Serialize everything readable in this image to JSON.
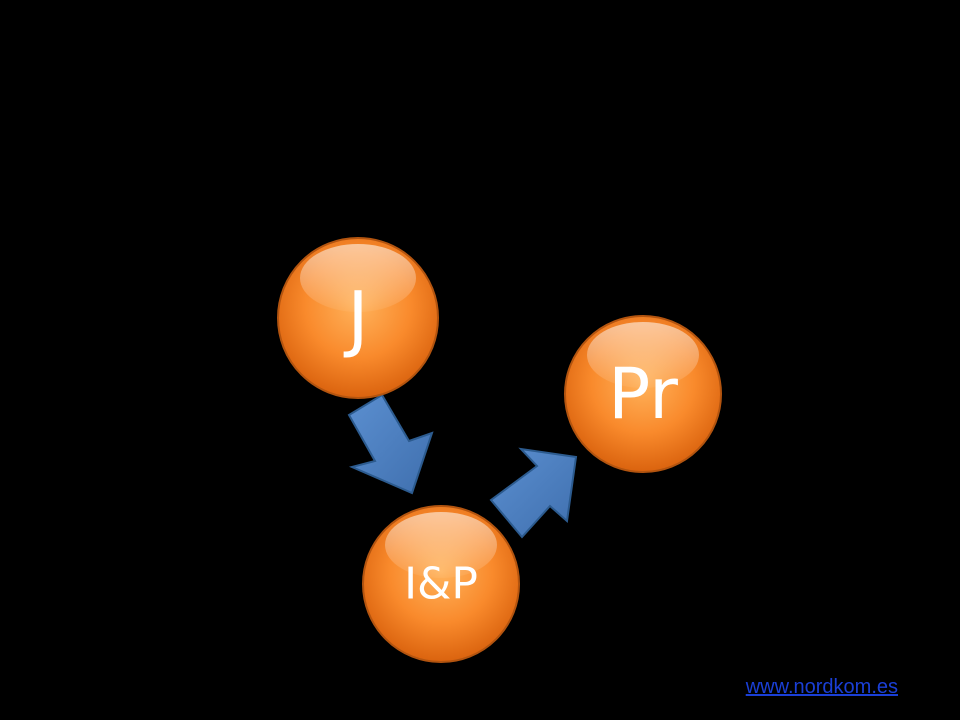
{
  "diagram": {
    "nodes": [
      {
        "id": "j",
        "label": "J"
      },
      {
        "id": "ip",
        "label": "I&P"
      },
      {
        "id": "pr",
        "label": "Pr"
      }
    ],
    "edges": [
      {
        "from": "j",
        "to": "ip"
      },
      {
        "from": "ip",
        "to": "pr"
      }
    ],
    "colors": {
      "background": "#000000",
      "node_light": "#ffb35c",
      "node_mid": "#f98a2c",
      "node_dark": "#d8600c",
      "node_stroke": "#b3540f",
      "arrow_fill": "#4f81bd",
      "arrow_stroke": "#2c5b8f",
      "label": "#ffffff",
      "link": "#1a3fd6"
    }
  },
  "footer": {
    "link_text": "www.nordkom.es"
  }
}
